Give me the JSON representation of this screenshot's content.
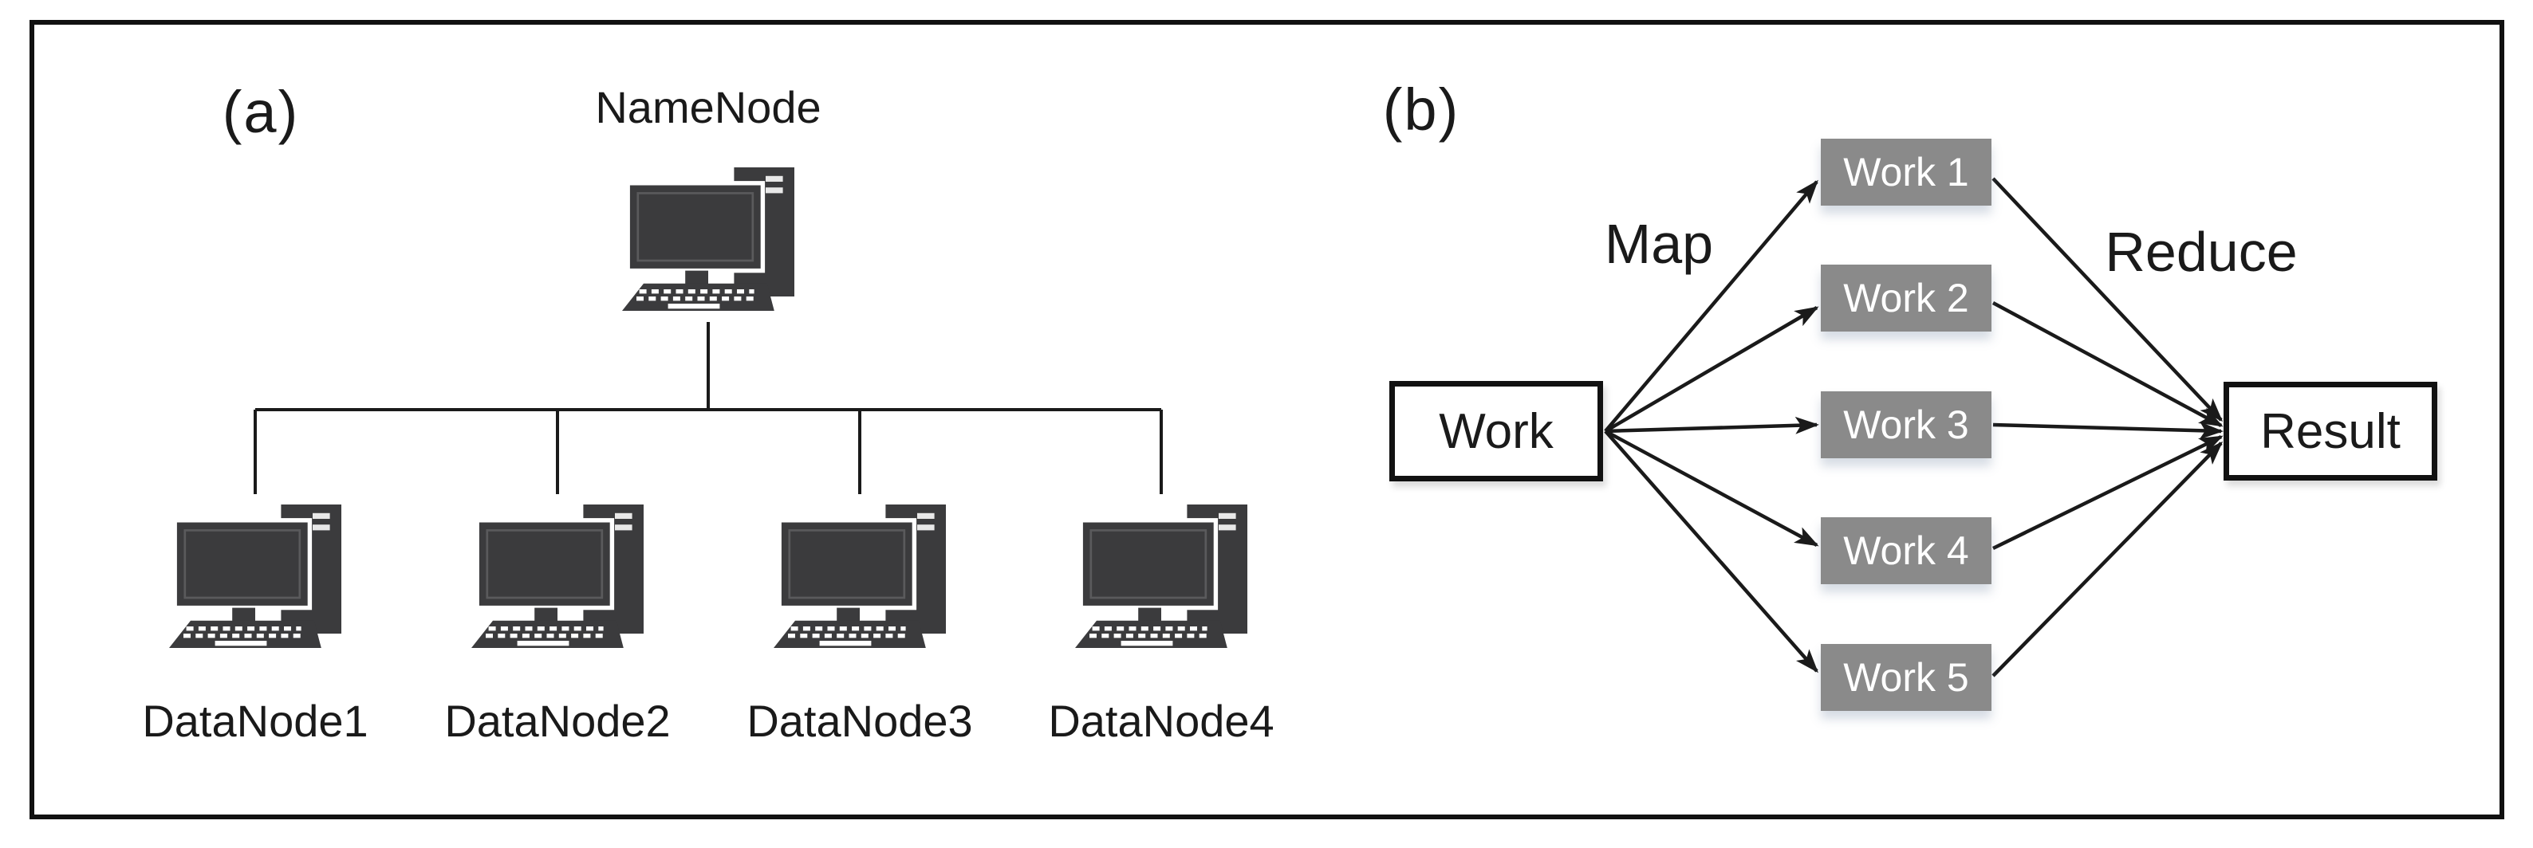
{
  "figure": {
    "panel_a": {
      "label": "(a)",
      "root": {
        "label": "NameNode"
      },
      "nodes": [
        {
          "label": "DataNode1"
        },
        {
          "label": "DataNode2"
        },
        {
          "label": "DataNode3"
        },
        {
          "label": "DataNode4"
        }
      ]
    },
    "panel_b": {
      "label": "(b)",
      "source": {
        "label": "Work"
      },
      "map_label": "Map",
      "reduce_label": "Reduce",
      "workers": [
        {
          "label": "Work 1"
        },
        {
          "label": "Work 2"
        },
        {
          "label": "Work 3"
        },
        {
          "label": "Work 4"
        },
        {
          "label": "Work 5"
        }
      ],
      "sink": {
        "label": "Result"
      }
    },
    "colors": {
      "ink": "#1a1a1a",
      "frame": "#111111",
      "icon_fill": "#3b3b3d",
      "worker_fill": "#8a8a8a",
      "worker_text": "#ffffff",
      "background": "#ffffff"
    }
  }
}
